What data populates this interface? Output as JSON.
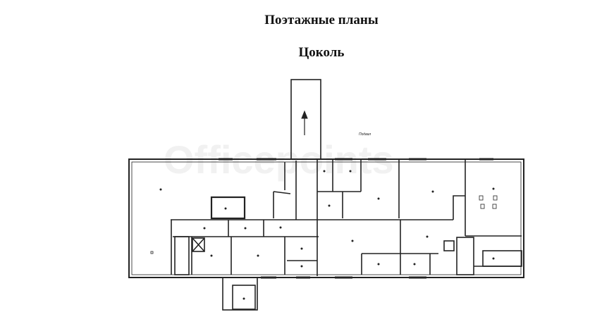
{
  "page": {
    "title": "Поэтажные планы",
    "subtitle": "Цоколь"
  },
  "plan": {
    "watermark": "Officepoints",
    "basement_label": "Подвал",
    "wall_color": "#222222"
  }
}
